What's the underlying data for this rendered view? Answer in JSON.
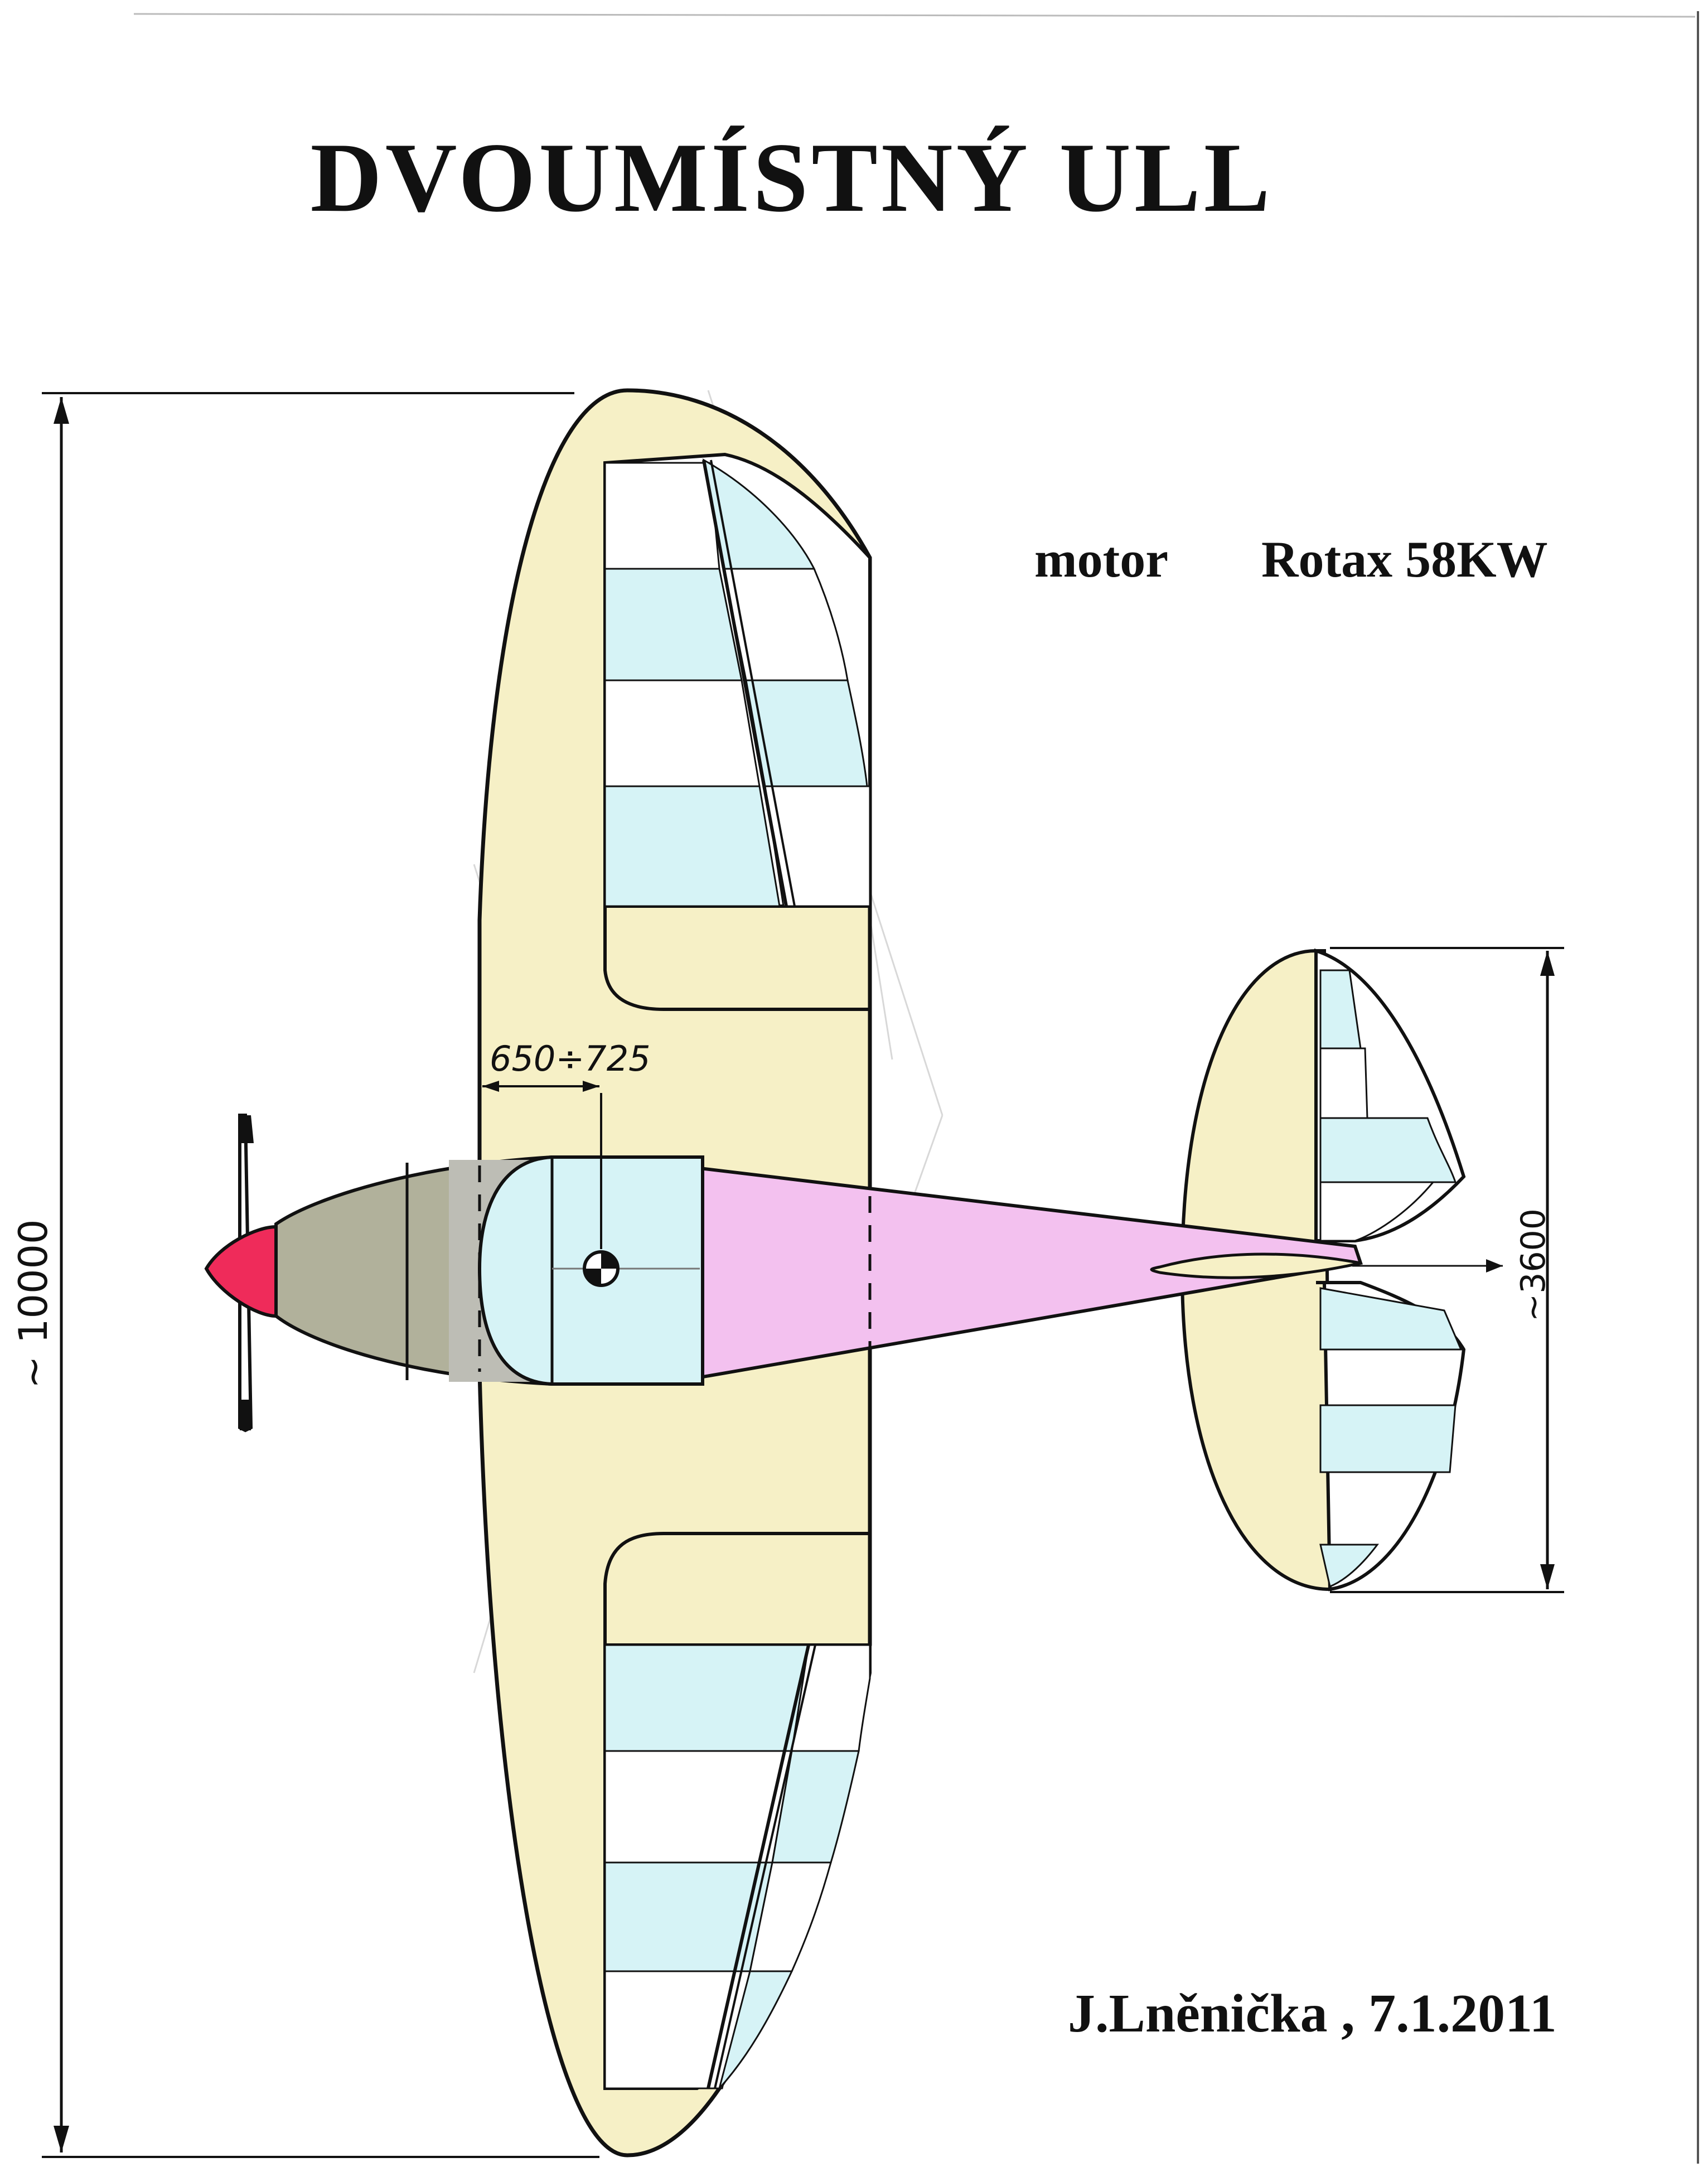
{
  "title": "DVOUMÍSTNÝ  ULL",
  "engine": {
    "label": "motor",
    "value": "Rotax  58KW"
  },
  "author": "J.Lněnička , 7.1.2011",
  "dimensions": {
    "wingspan": "~ 10000",
    "tail_span": "~3600",
    "cg_range": "650÷725"
  },
  "colors": {
    "wing": "#f6f0c6",
    "aileron_light": "#d6f3f6",
    "cowling": "#b1b19b",
    "canopy": "#d6f3f6",
    "rear_fuselage": "#f3c1ef",
    "spinner": "#ef2b5a",
    "outline": "#111111"
  }
}
